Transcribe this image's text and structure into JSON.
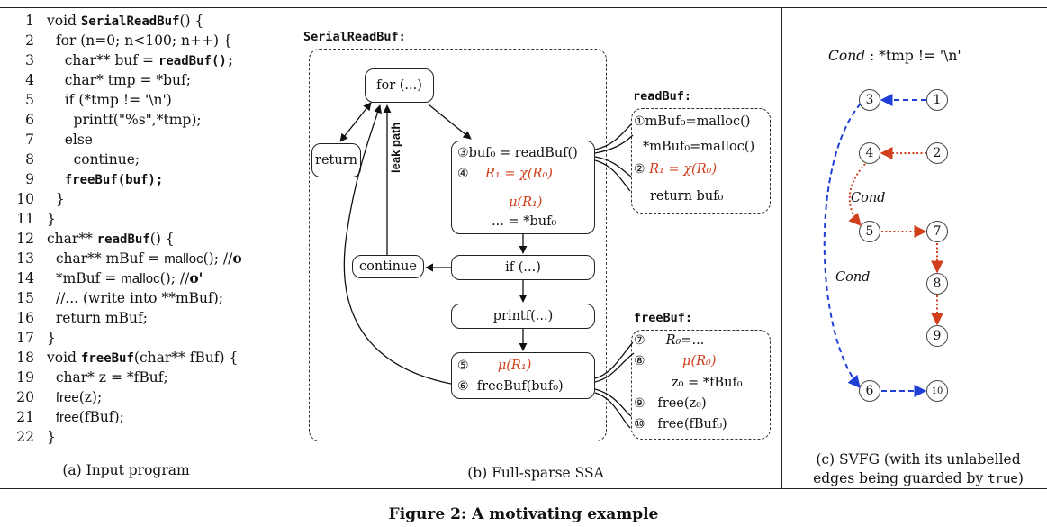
{
  "panel_a": {
    "lines": [
      {
        "n": "1",
        "text": "void SerialReadBuf() {"
      },
      {
        "n": "2",
        "text": "  for (n=0; n<100; n++) {"
      },
      {
        "n": "3",
        "text": "    char** buf = readBuf();"
      },
      {
        "n": "4",
        "text": "    char* tmp = *buf;"
      },
      {
        "n": "5",
        "text": "    if (*tmp != '\\n')"
      },
      {
        "n": "6",
        "text": "      printf(\"%s\",*tmp);"
      },
      {
        "n": "7",
        "text": "    else"
      },
      {
        "n": "8",
        "text": "      continue;"
      },
      {
        "n": "9",
        "text": "    freeBuf(buf);"
      },
      {
        "n": "10",
        "text": "  }"
      },
      {
        "n": "11",
        "text": "}"
      },
      {
        "n": "12",
        "text": "char** readBuf() {"
      },
      {
        "n": "13",
        "text": "  char** mBuf = malloc(); //o"
      },
      {
        "n": "14",
        "text": "  *mBuf = malloc(); //o'"
      },
      {
        "n": "15",
        "text": "  //... (write into **mBuf);"
      },
      {
        "n": "16",
        "text": "  return mBuf;"
      },
      {
        "n": "17",
        "text": "}"
      },
      {
        "n": "18",
        "text": "void freeBuf(char** fBuf) {"
      },
      {
        "n": "19",
        "text": "  char* z = *fBuf;"
      },
      {
        "n": "20",
        "text": "  free(z);"
      },
      {
        "n": "21",
        "text": "  free(fBuf);"
      },
      {
        "n": "22",
        "text": "}"
      }
    ],
    "caption": "(a) Input program"
  },
  "panel_b": {
    "label_main": "SerialReadBuf:",
    "label_readbuf": "readBuf:",
    "label_freebuf": "freeBuf:",
    "for_box": "for (...)",
    "return_box": "return",
    "continue_box": "continue",
    "if_box": "if (...)",
    "printf_box": "printf(...)",
    "leak_path": "leak path",
    "call1": {
      "c3": "③",
      "s3": "buf₀ = readBuf()",
      "c4": "④",
      "s4": "R₁ = χ(R₀)",
      "mu": "μ(R₁)",
      "deref": "... = *buf₀"
    },
    "call2": {
      "c5": "⑤",
      "s5": "μ(R₁)",
      "c6": "⑥",
      "s6": "freeBuf(buf₀)"
    },
    "readbuf_body": {
      "c1": "①",
      "s1": "mBuf₀=malloc()",
      "s1b": "*mBuf₀=malloc()",
      "c2": "②",
      "s2": "R₁ = χ(R₀)",
      "ret": "return buf₀"
    },
    "freebuf_body": {
      "c7": "⑦",
      "s7": "R₀=...",
      "c8": "⑧",
      "s8": "μ(R₀)",
      "z": "z₀ = *fBuf₀",
      "c9": "⑨",
      "s9": "free(z₀)",
      "c10": "⑩",
      "s10": "free(fBuf₀)"
    },
    "caption": "(b) Full-sparse SSA",
    "accent_red": "#d0401c"
  },
  "panel_c": {
    "cond_title_italic": "Cond",
    "cond_title_rest": " : *tmp != '\\n'",
    "nodes": [
      "1",
      "2",
      "3",
      "4",
      "5",
      "6",
      "7",
      "8",
      "9",
      "10"
    ],
    "cond_label_1": "Cond",
    "cond_label_2": "Cond",
    "caption_1": "(c) SVFG (with its unlabelled",
    "caption_2_pre": "edges being guarded by ",
    "caption_2_code": "true",
    "caption_2_post": ")",
    "blue": "#1f3fd6",
    "red": "#d0401c"
  },
  "figure_title": "Figure 2: A motivating example"
}
